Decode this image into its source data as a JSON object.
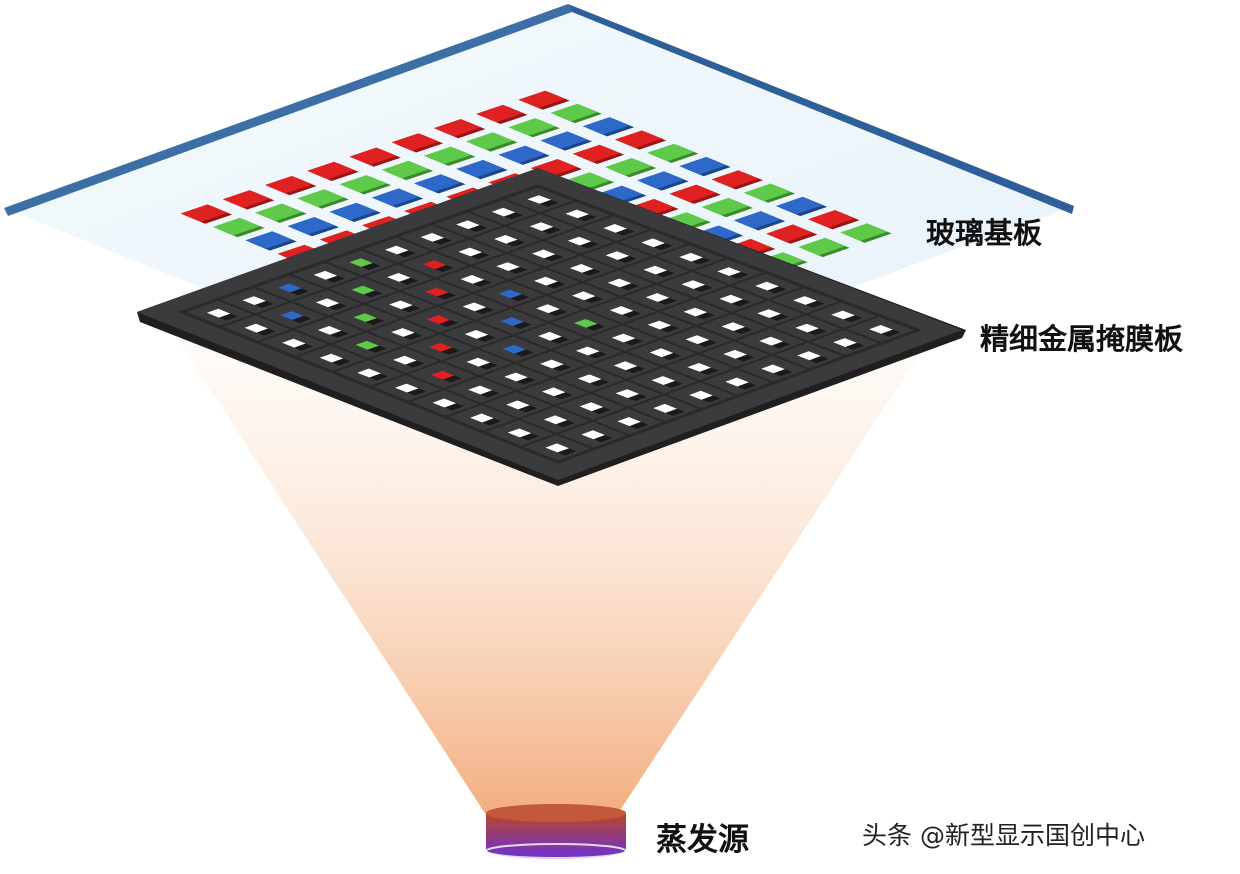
{
  "labels": {
    "glass_substrate": "玻璃基板",
    "fine_metal_mask": "精细金属掩膜板",
    "evaporation_source": "蒸发源"
  },
  "watermark": "头条 @新型显示国创中心",
  "colors": {
    "background": "#ffffff",
    "glass_fill": "#eef6fb",
    "glass_edge": "#3d6fa6",
    "mask_fill": "#3b3b3d",
    "mask_groove": "#2a2a2b",
    "mask_opening": "#ffffff",
    "subpixel_red": "#e02121",
    "subpixel_green": "#5fc94a",
    "subpixel_blue": "#2e68c9",
    "vapor": "#f6c9a8",
    "source_top": "#b0452f",
    "source_bottom": "#6b2fd0"
  },
  "subpixel_pattern": [
    "red",
    "green",
    "blue"
  ]
}
